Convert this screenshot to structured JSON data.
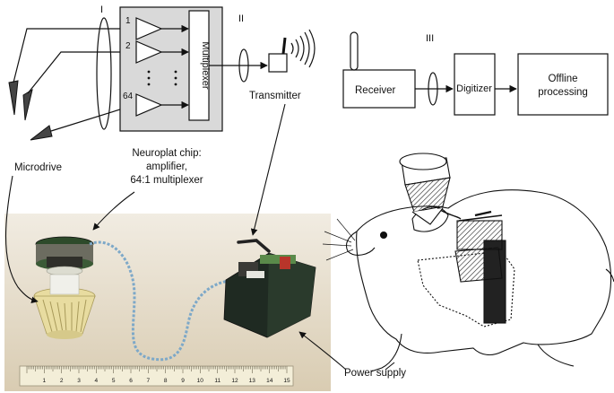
{
  "labels": {
    "roman_1": "I",
    "roman_2": "II",
    "roman_3": "III",
    "channel_1": "1",
    "channel_2": "2",
    "channel_64": "64",
    "multiplexer": "Multiplexer",
    "transmitter": "Transmitter",
    "receiver": "Receiver",
    "digitizer": "Digitizer",
    "offline_processing_line1": "Offline",
    "offline_processing_line2": "processing",
    "microdrive": "Microdrive",
    "neuroplat_line1": "Neuroplat chip:",
    "neuroplat_line2": "amplifier,",
    "neuroplat_line3": "64:1 multiplexer",
    "power_supply": "Power supply"
  },
  "ruler": {
    "numbers": [
      "1",
      "2",
      "3",
      "4",
      "5",
      "6",
      "7",
      "8",
      "9",
      "10",
      "11",
      "12",
      "13",
      "14",
      "15"
    ]
  },
  "colors": {
    "chip_fill": "#d9d9d9",
    "photo_bg": "#ece6d8",
    "photo_bg_dark": "#d8cdb6",
    "black": "#111111",
    "cable_blue": "#7da8c8",
    "drive_yellow": "#e8dca0",
    "pcb_green": "#2d4a2a",
    "velcro_dark": "#1f2a22",
    "power_red": "#b8352a"
  }
}
